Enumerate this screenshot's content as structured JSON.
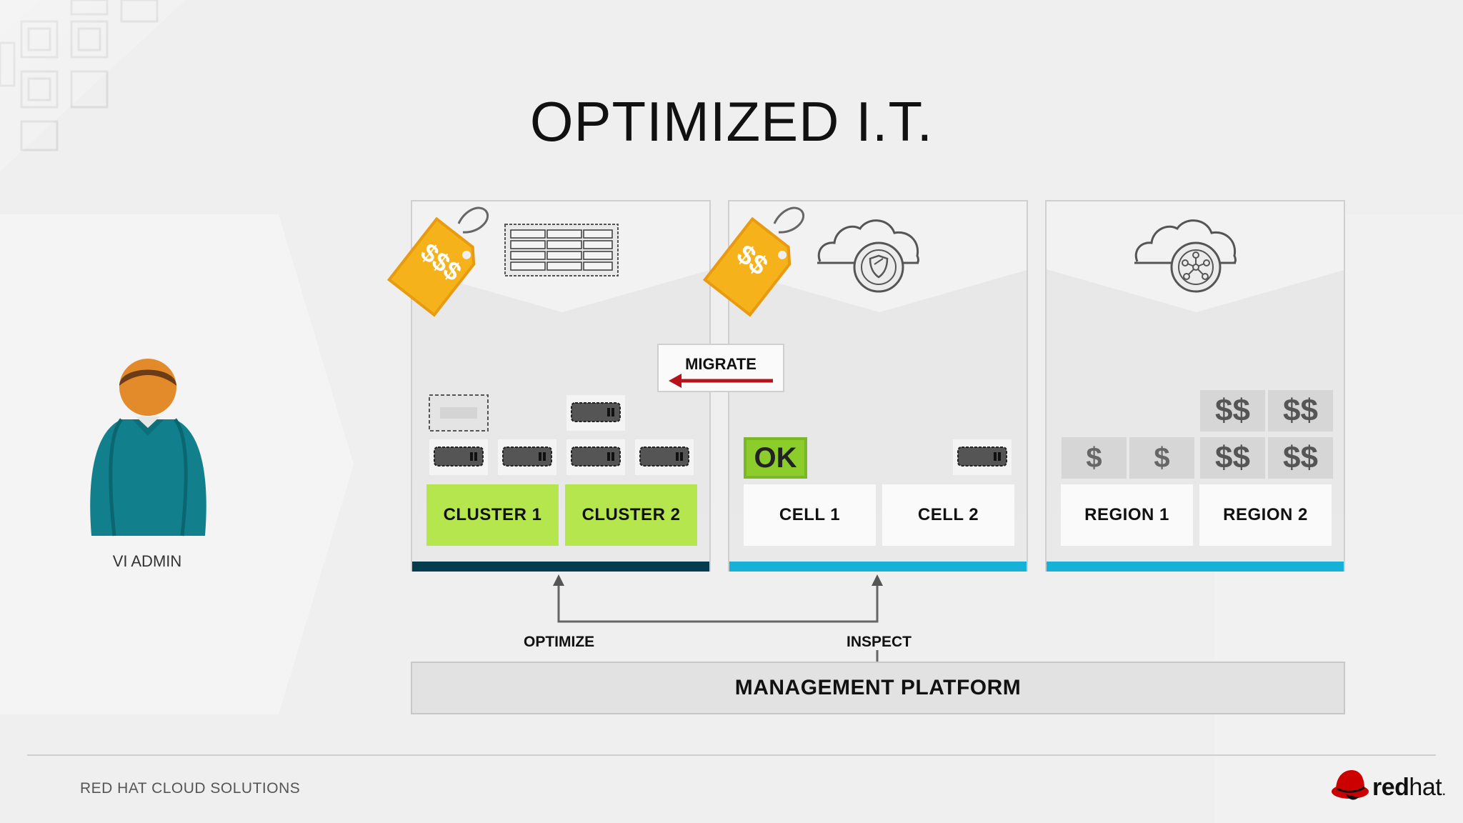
{
  "title": "OPTIMIZED I.T.",
  "actor": {
    "label": "VI ADMIN",
    "icon": "person-icon"
  },
  "panels": [
    {
      "header_icon": "server-rack-icon",
      "tag": {
        "icon": "price-tag-icon",
        "text": "$$$"
      },
      "labels": [
        "CLUSTER 1",
        "CLUSTER 2"
      ],
      "label_color": "#b6e64d",
      "bar_color": "#053d4f"
    },
    {
      "header_icon": "cloud-shield-icon",
      "tag": {
        "icon": "price-tag-icon",
        "text": "$$"
      },
      "labels": [
        "CELL 1",
        "CELL 2"
      ],
      "status": "OK",
      "bar_color": "#16b1d6"
    },
    {
      "header_icon": "cloud-network-icon",
      "labels": [
        "REGION 1",
        "REGION 2"
      ],
      "costs": [
        "$",
        "$",
        "$$",
        "$$",
        "$$",
        "$$"
      ],
      "bar_color": "#16b1d6"
    }
  ],
  "migrate": {
    "label": "MIGRATE",
    "arrow_color": "#b5121b"
  },
  "flow": {
    "optimize": "OPTIMIZE",
    "inspect": "INSPECT"
  },
  "platform": "MANAGEMENT PLATFORM",
  "footer": "RED HAT CLOUD SOLUTIONS",
  "brand": {
    "logo_icon": "redhat-shadowman-icon",
    "part1": "red",
    "part2": "hat",
    "dot": "."
  },
  "colors": {
    "tag": "#f5b21a",
    "tag_edge": "#e89b10",
    "accent_red": "#cc0000"
  }
}
